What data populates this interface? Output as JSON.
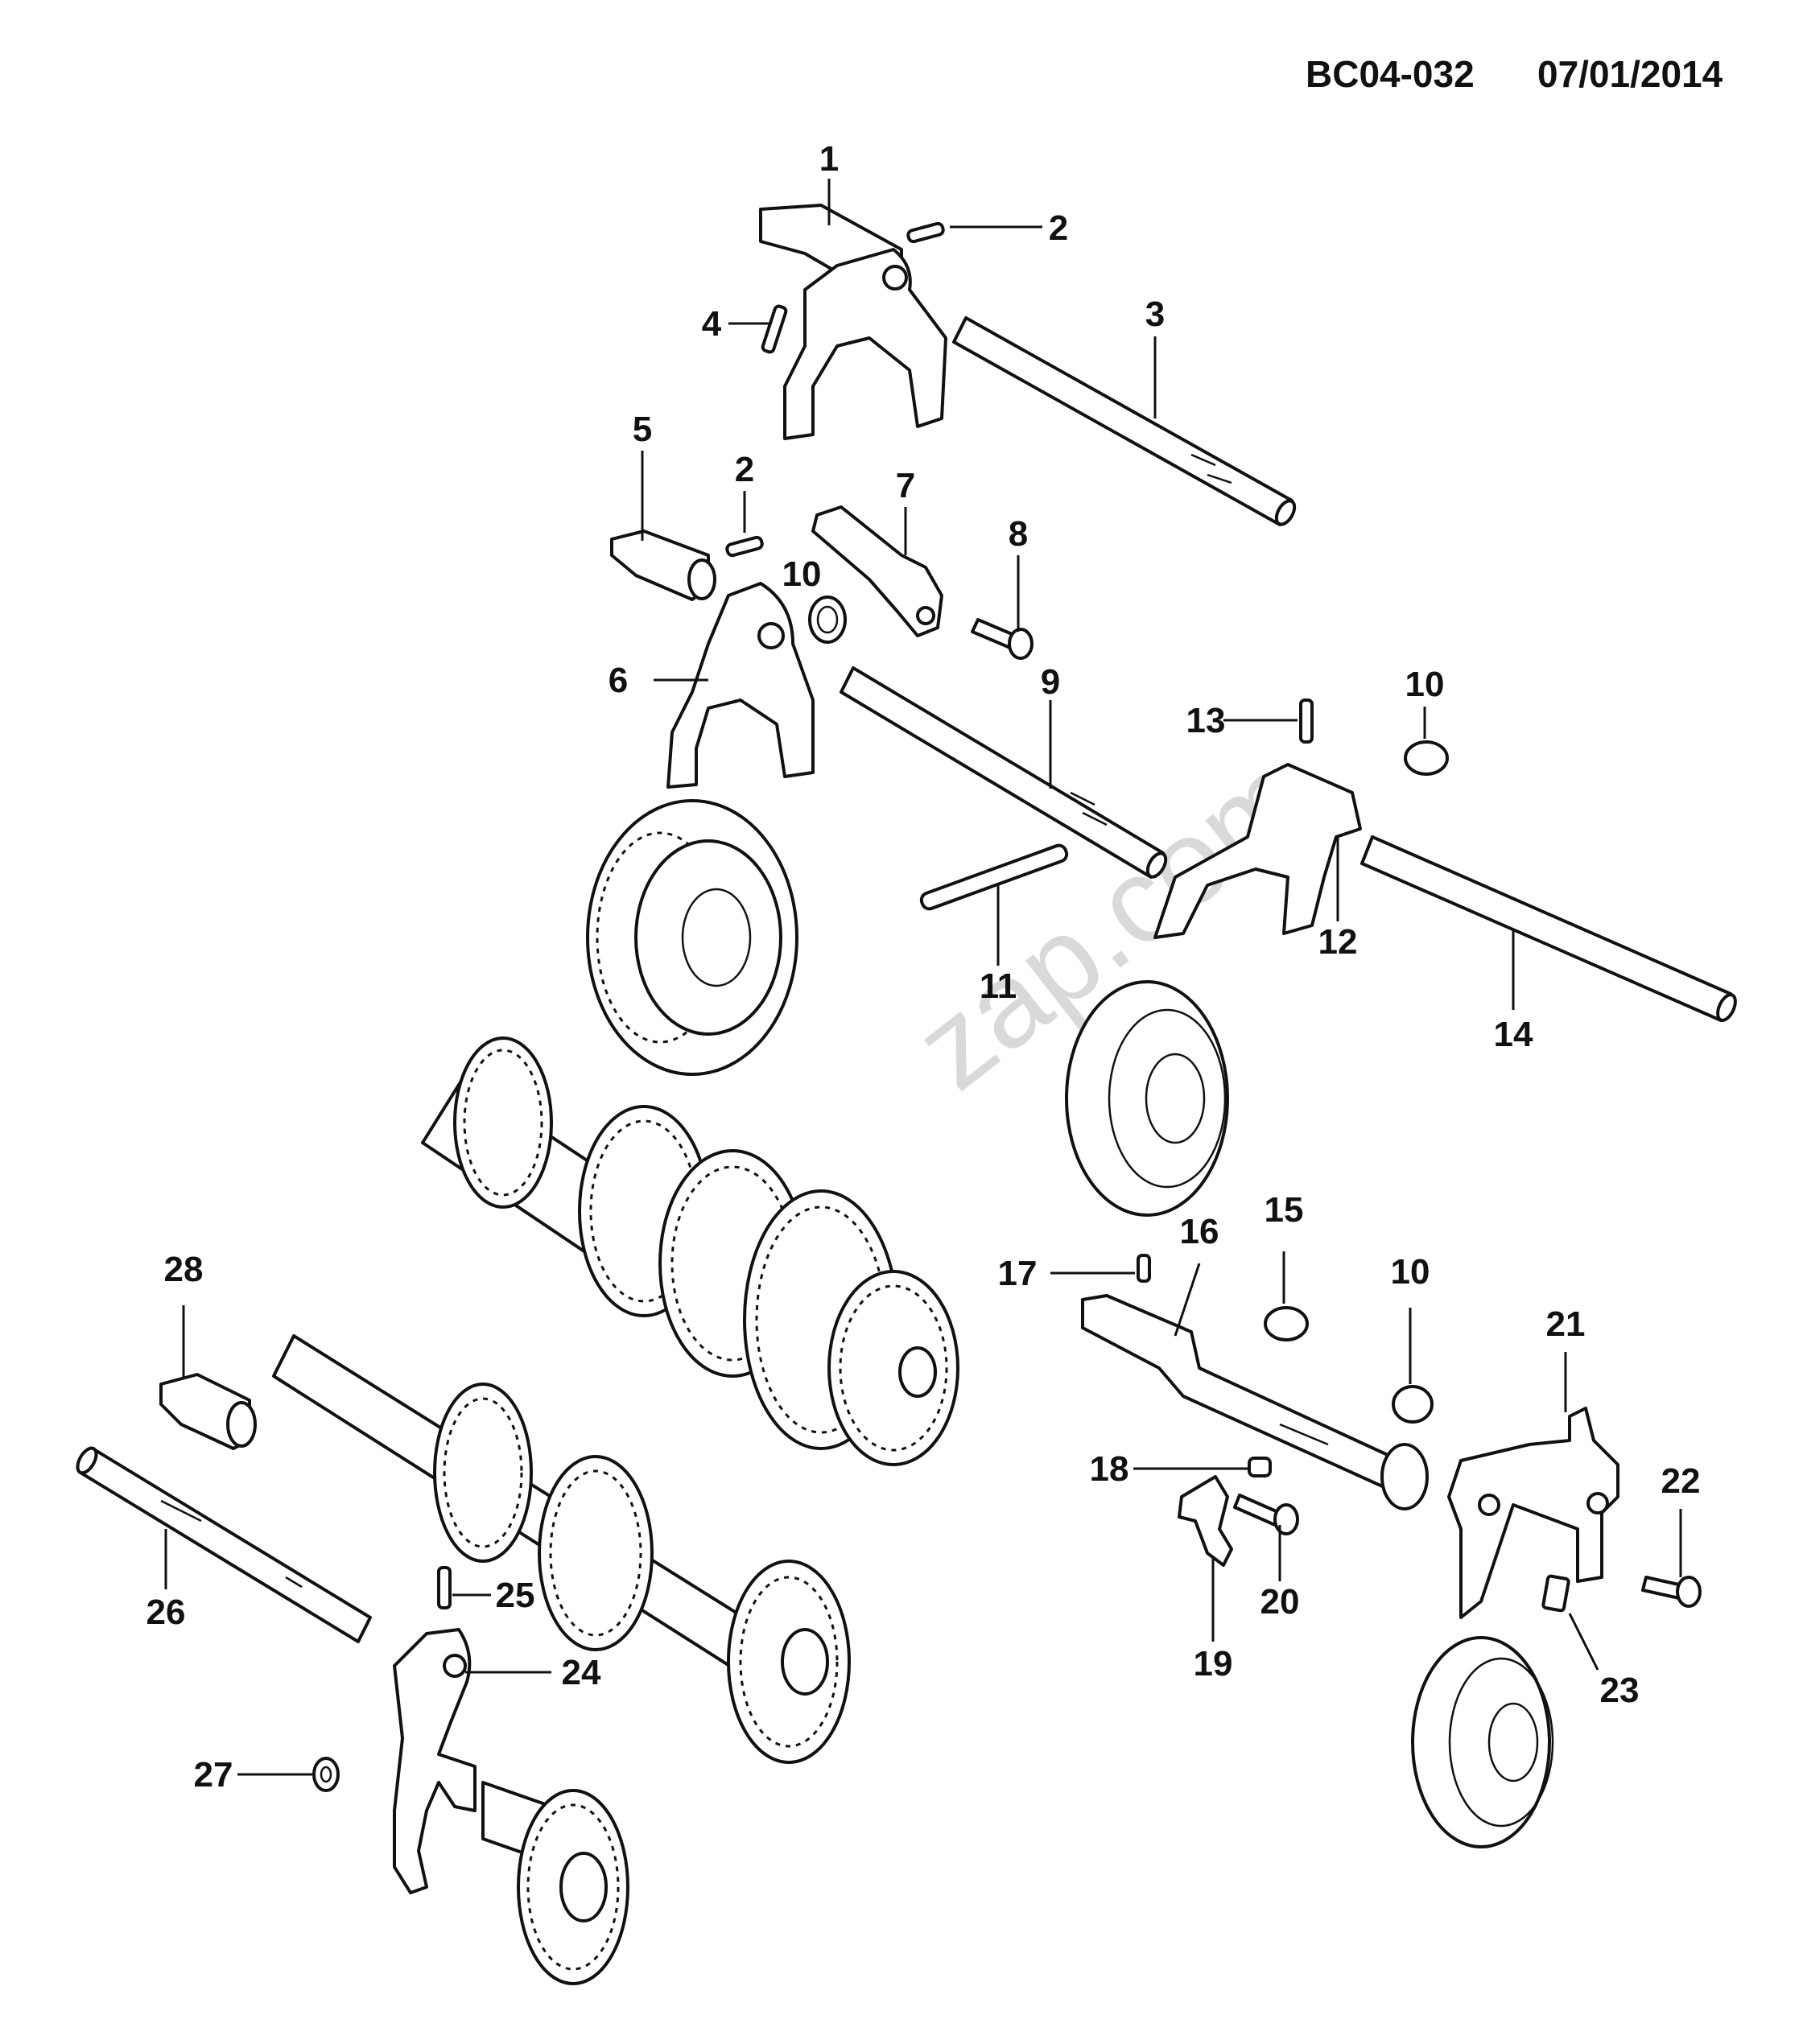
{
  "header": {
    "code": "BC04-032",
    "date": "07/01/2014"
  },
  "watermark": "zap.com",
  "callouts": [
    "1",
    "2",
    "3",
    "4",
    "5",
    "2",
    "7",
    "8",
    "10",
    "6",
    "9",
    "13",
    "10",
    "12",
    "11",
    "14",
    "15",
    "16",
    "17",
    "10",
    "28",
    "21",
    "18",
    "22",
    "19",
    "20",
    "26",
    "25",
    "24",
    "23",
    "27"
  ]
}
